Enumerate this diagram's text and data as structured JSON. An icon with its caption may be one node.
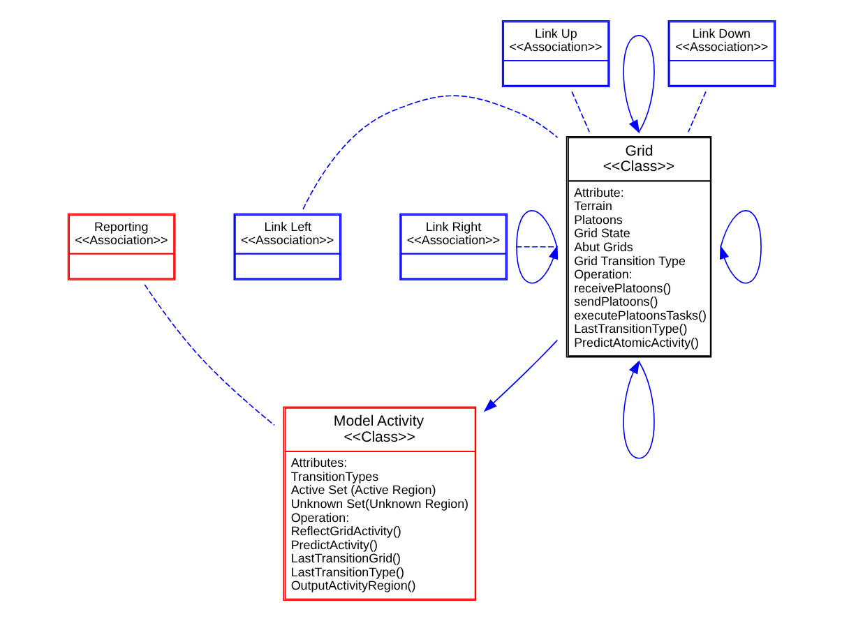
{
  "diagram": {
    "nodes": [
      {
        "text": [
          "Grid",
          "<<Class>>",
          "Attribute:",
          "Terrain",
          "Platoons",
          "Grid State",
          "Abut Grids",
          "Grid Transition Type",
          "Operation:",
          "receivePlatoons()",
          "sendPlatoons()",
          "executePlatoonsTasks()",
          "LastTransitionType()",
          "PredictAtomicActivity()"
        ]
      },
      {
        "text": [
          "Link Up",
          "<<Association>>"
        ]
      },
      {
        "text": [
          "Link Left",
          "<<Association>>"
        ]
      },
      {
        "text": [
          "Link Right",
          "<<Association>>"
        ]
      },
      {
        "text": [
          "Link Down",
          "<<Association>>"
        ]
      },
      {
        "text": [
          "Model Activity",
          "<<Class>>",
          "Attributes:",
          "TransitionTypes",
          "Active Set (Active Region)",
          "Unknown Set(Unknown Region)",
          "Operation:",
          "ReflectGridActivity()",
          "PredictActivity()",
          "LastTransitionGrid()",
          "LastTransitionType()",
          "OutputActivityRegion()"
        ]
      },
      {
        "text": [
          "Reporting",
          "<<Association>>"
        ]
      }
    ],
    "edges": [
      {
        "from": 0,
        "to": 0,
        "arrow": "to"
      },
      {
        "from": 1,
        "to": 0,
        "arrow": "none",
        "style": "dashed"
      },
      {
        "from": 0,
        "to": 0,
        "arrow": "to"
      },
      {
        "from": 2,
        "to": 0,
        "arrow": "none",
        "style": "dashed"
      },
      {
        "from": 0,
        "to": 0,
        "arrow": "to"
      },
      {
        "from": 3,
        "to": 0,
        "arrow": "none",
        "style": "dashed"
      },
      {
        "from": 0,
        "to": 0,
        "arrow": "to"
      },
      {
        "from": 4,
        "to": 0,
        "arrow": "none",
        "style": "dashed"
      },
      {
        "from": 0,
        "to": 5,
        "arrow": "to"
      },
      {
        "from": 6,
        "to": 5,
        "arrow": "none",
        "style": "dashed"
      }
    ]
  }
}
